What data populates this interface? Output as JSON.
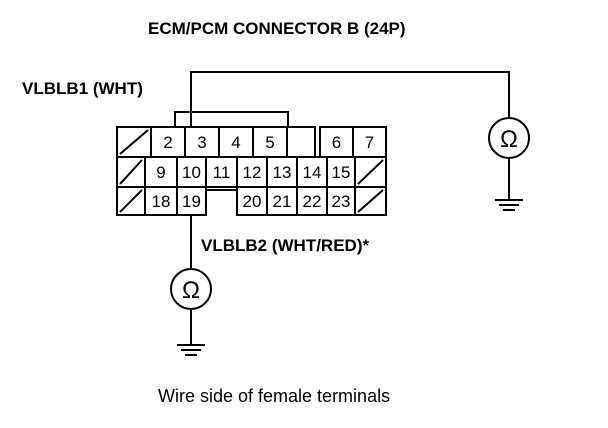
{
  "title": "ECM/PCM CONNECTOR B (24P)",
  "wire_top_label": "VLBLB1 (WHT)",
  "wire_bottom_label": "VLBLB2 (WHT/RED)*",
  "caption": "Wire side of female terminals",
  "ohm_symbol": "Ω",
  "connector": {
    "row1": [
      "",
      "2",
      "3",
      "4",
      "5",
      "",
      "6",
      "7"
    ],
    "row2": [
      "",
      "9",
      "10",
      "11",
      "12",
      "13",
      "14",
      "15",
      ""
    ],
    "row3": [
      "",
      "18",
      "19",
      "",
      "20",
      "21",
      "22",
      "23",
      ""
    ]
  }
}
